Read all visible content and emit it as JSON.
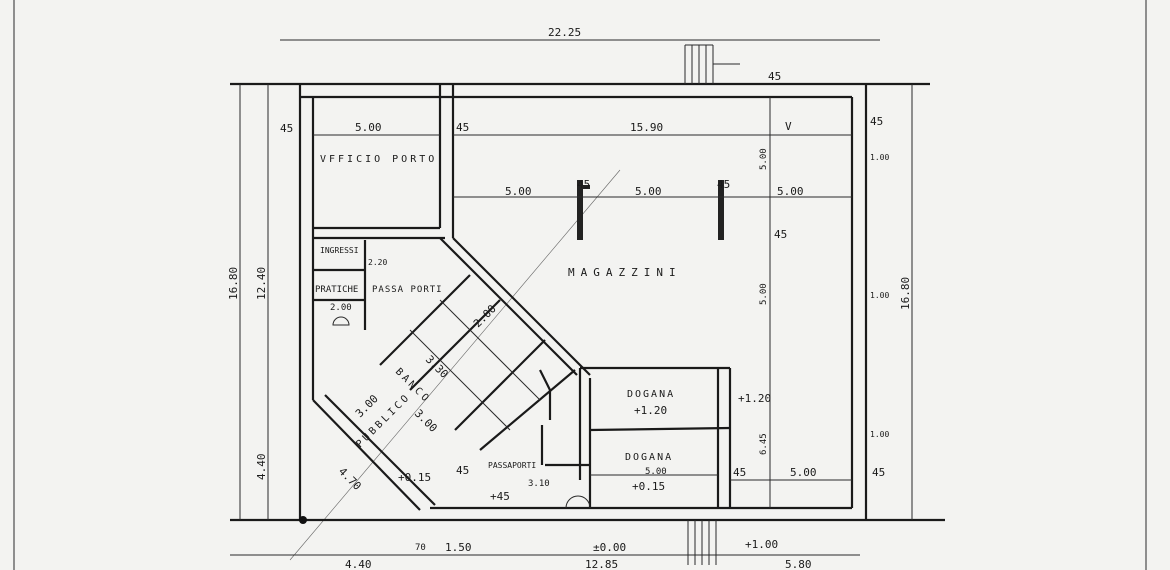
{
  "drawing": {
    "rooms": {
      "ufficio_porto": "VFFICIO PORTO",
      "magazzini": "MAGAZZINI",
      "ingressi": "INGRESSI",
      "pratiche": "PRATICHE",
      "passa_porti": "PASSA PORTI",
      "banco": "BANCO",
      "pubblico": "PUBBLICO",
      "dogana_upper": "DOGANA",
      "dogana_lower": "DOGANA",
      "passaporti_small": "PASSAPORTI"
    },
    "levels": {
      "dogana_upper": "+1.20",
      "dogana_lower": "+0.15",
      "pubblico": "+0.15",
      "entry": "+45",
      "right": "+1.20",
      "exterior": "±0.00",
      "stairs_right": "+1.00"
    },
    "dimensions": {
      "top_total": "22.25",
      "top_wall_left": "45",
      "office_width": "5.00",
      "top_wall_mid": "45",
      "magazzini_width": "15.90",
      "bay1": "5.00",
      "col1": "45",
      "bay2": "5.00",
      "col2": "45",
      "bay3": "5.00",
      "col3": "45",
      "top_right_wall": "45",
      "top_stair_wall": "45",
      "left_total": "16.80",
      "left_upper": "12.40",
      "left_lower": "4.40",
      "right_total": "16.80",
      "right_1": "1.00",
      "right_2": "1.00",
      "right_3": "1.00",
      "right_wall": "45",
      "inner_v1": "5.00",
      "inner_v2": "5.00",
      "inner_v3": "6.45",
      "pratiche_width": "2.00",
      "ingressi_h": "2.20",
      "banco_1": "3.00",
      "banco_2": "3.30",
      "banco_3": "3.00",
      "banco_4": "2.00",
      "diag": "4.70",
      "dogana_width": "5.00",
      "dogana_wall": "45",
      "bay_right": "5.00",
      "wall_45b": "45",
      "entry_w": "3.10",
      "bottom_70": "70",
      "bottom_150": "1.50",
      "bottom_left": "4.40",
      "bottom_mid": "12.85",
      "bottom_right": "5.80",
      "mark_v": "V"
    }
  }
}
